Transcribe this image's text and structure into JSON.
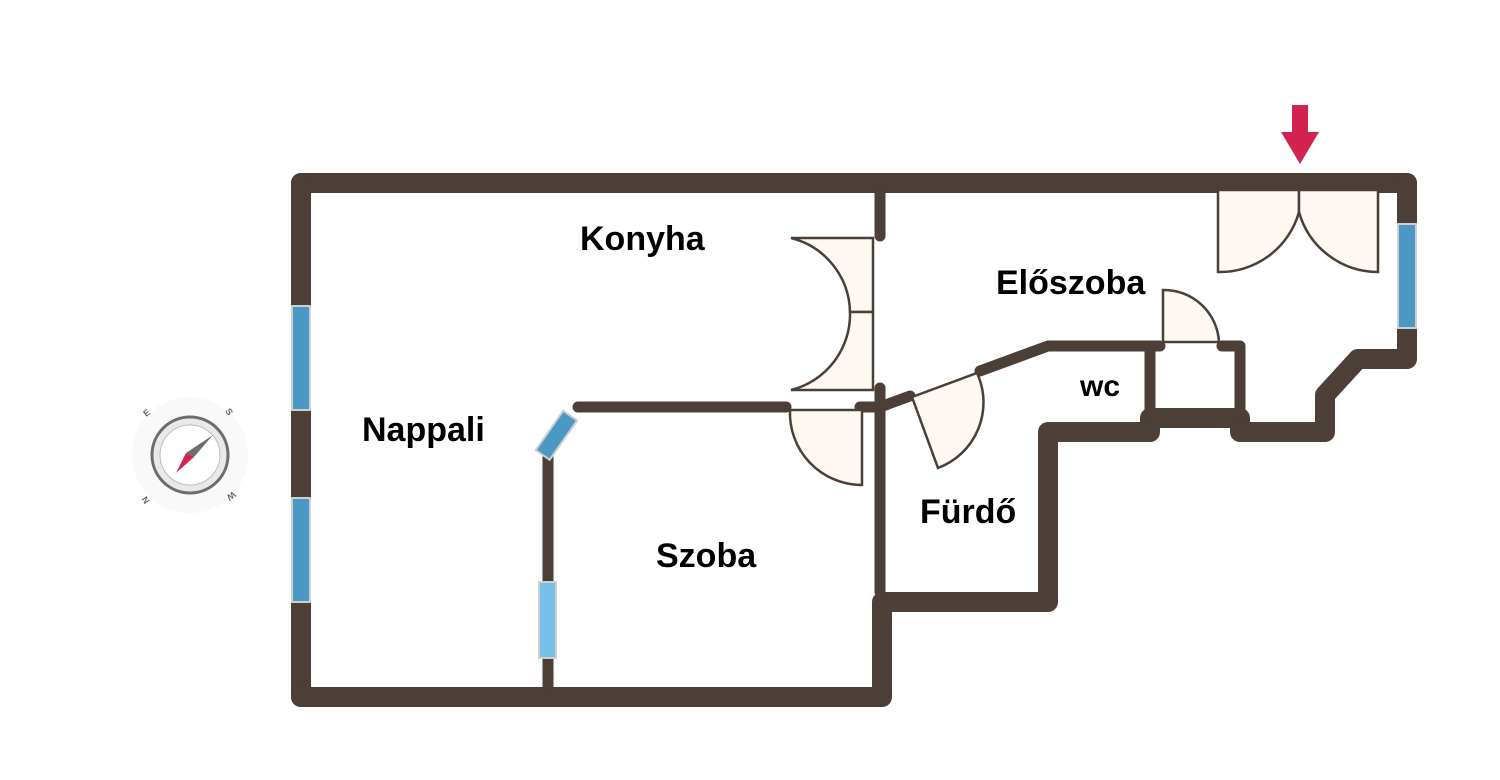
{
  "rooms": {
    "konyha": "Konyha",
    "eloszoba": "Előszoba",
    "nappali": "Nappali",
    "wc": "wc",
    "furdo": "Fürdő",
    "szoba": "Szoba"
  },
  "compass": {
    "n": "N",
    "s": "S",
    "e": "E",
    "w": "W"
  },
  "colors": {
    "wall": "#4b3f38",
    "window": "#4a98c4",
    "window_light": "#74c0e8",
    "door_fill": "#fdf9f2",
    "door_stroke": "#4b3f38",
    "entrance_arrow": "#d2224f",
    "compass_needle": "#d2224f"
  },
  "icons": {
    "entrance": "entrance-arrow-icon",
    "compass": "compass-icon"
  }
}
